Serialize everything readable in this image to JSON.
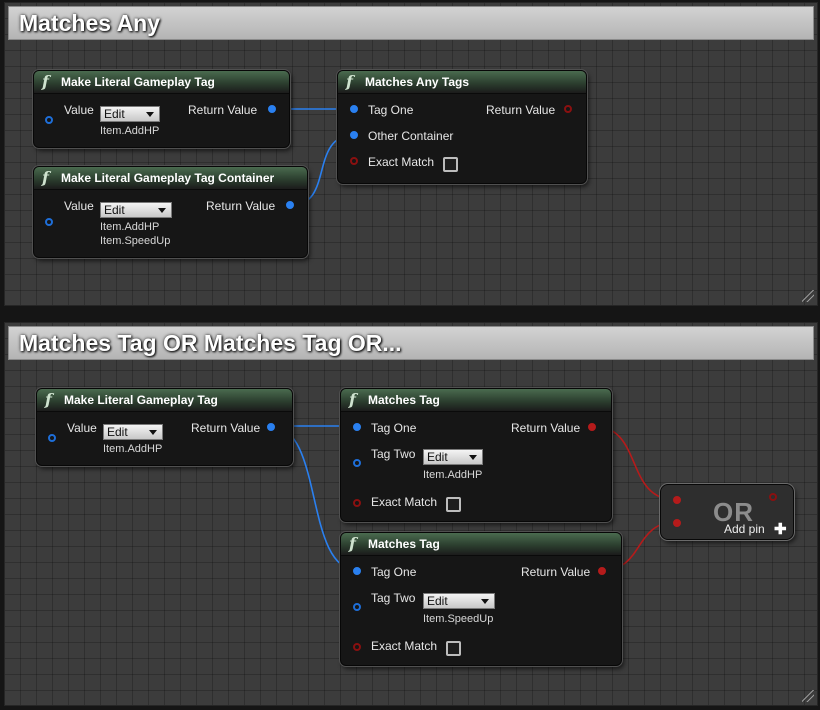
{
  "panels": [
    {
      "title": "Matches Any",
      "nodes": {
        "literal_tag": {
          "title": "Make Literal Gameplay Tag",
          "value_label": "Value",
          "dropdown": "Edit",
          "tags": [
            "Item.AddHP"
          ],
          "return_label": "Return Value"
        },
        "literal_container": {
          "title": "Make Literal Gameplay Tag Container",
          "value_label": "Value",
          "dropdown": "Edit",
          "tags": [
            "Item.AddHP",
            "Item.SpeedUp"
          ],
          "return_label": "Return Value"
        },
        "matches_any": {
          "title": "Matches Any Tags",
          "pin1": "Tag One",
          "pin2": "Other Container",
          "pin3": "Exact Match",
          "return_label": "Return Value"
        }
      }
    },
    {
      "title": "Matches Tag OR Matches Tag OR...",
      "nodes": {
        "literal_tag": {
          "title": "Make Literal Gameplay Tag",
          "value_label": "Value",
          "dropdown": "Edit",
          "tags": [
            "Item.AddHP"
          ],
          "return_label": "Return Value"
        },
        "matches_tag_1": {
          "title": "Matches Tag",
          "pin1": "Tag One",
          "pin2": "Tag Two",
          "dropdown": "Edit",
          "tag": "Item.AddHP",
          "pin3": "Exact Match",
          "return_label": "Return Value"
        },
        "matches_tag_2": {
          "title": "Matches Tag",
          "pin1": "Tag One",
          "pin2": "Tag Two",
          "dropdown": "Edit",
          "tag": "Item.SpeedUp",
          "pin3": "Exact Match",
          "return_label": "Return Value"
        },
        "or_node": {
          "label": "OR",
          "add_pin": "Add pin",
          "add_icon": "plus-icon"
        }
      }
    }
  ],
  "colors": {
    "tag_pin": "#2a80f0",
    "bool_pin": "#b51b1b",
    "node_header": "#4a6b4f",
    "graph_bg": "#3c3c3c"
  },
  "icons": {
    "function": "function-icon",
    "resize": "resize-grip-icon"
  }
}
